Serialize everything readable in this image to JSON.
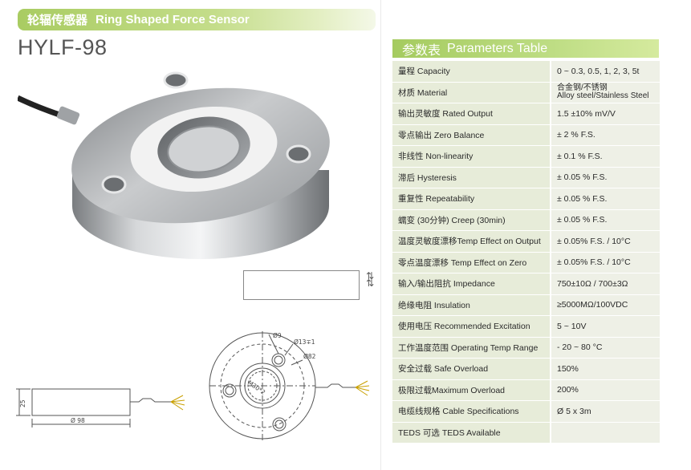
{
  "header": {
    "title_cn": "轮辐传感器",
    "title_en": "Ring Shaped Force Sensor"
  },
  "model": "HYLF-98",
  "drawing": {
    "dim_height": "25",
    "dim_diameter": "Ø 98",
    "hole": "Ø9",
    "counterbore": "Ø13∓1",
    "pitch_circle": "Ø82",
    "thread": "M30*2"
  },
  "params": {
    "title_cn": "参数表",
    "title_en": "Parameters Table",
    "rows": [
      {
        "label": "量程 Capacity",
        "value": "0 ~ 0.3, 0.5, 1, 2, 3, 5t"
      },
      {
        "label": "材质 Material",
        "value": "合金钢/不锈钢",
        "value2": "Alloy steel/Stainless Steel"
      },
      {
        "label": "输出灵敏度 Rated Output",
        "value": "1.5 ±10% mV/V"
      },
      {
        "label": "零点输出 Zero Balance",
        "value": "± 2 % F.S."
      },
      {
        "label": "非线性 Non-linearity",
        "value": "± 0.1 % F.S."
      },
      {
        "label": "滞后 Hysteresis",
        "value": "± 0.05 % F.S."
      },
      {
        "label": "重复性 Repeatability",
        "value": "± 0.05 % F.S."
      },
      {
        "label": "蠕变 (30分钟) Creep (30min)",
        "value": "± 0.05 % F.S."
      },
      {
        "label": "温度灵敏度漂移Temp Effect on Output",
        "value": "± 0.05% F.S. / 10°C"
      },
      {
        "label": "零点温度漂移 Temp Effect on Zero",
        "value": "± 0.05% F.S. / 10°C"
      },
      {
        "label": "输入/输出阻抗 Impedance",
        "value": "750±10Ω / 700±3Ω"
      },
      {
        "label": "绝缘电阻 Insulation",
        "value": "≥5000MΩ/100VDC"
      },
      {
        "label": "使用电压 Recommended Excitation",
        "value": "5 ~ 10V"
      },
      {
        "label": "工作温度范围 Operating Temp  Range",
        "value": "- 20 ~ 80 °C"
      },
      {
        "label": "安全过载 Safe Overload",
        "value": "150%"
      },
      {
        "label": "极限过载Maximum Overload",
        "value": "200%"
      },
      {
        "label": "电缆线规格 Cable Specifications",
        "value": "Ø 5 x 3m"
      },
      {
        "label": "TEDS 可选 TEDS Available",
        "value": ""
      }
    ]
  },
  "colors": {
    "accent_green": "#a9cc62",
    "label_cell": "#e7ecd9",
    "value_cell": "#eef0e6"
  }
}
